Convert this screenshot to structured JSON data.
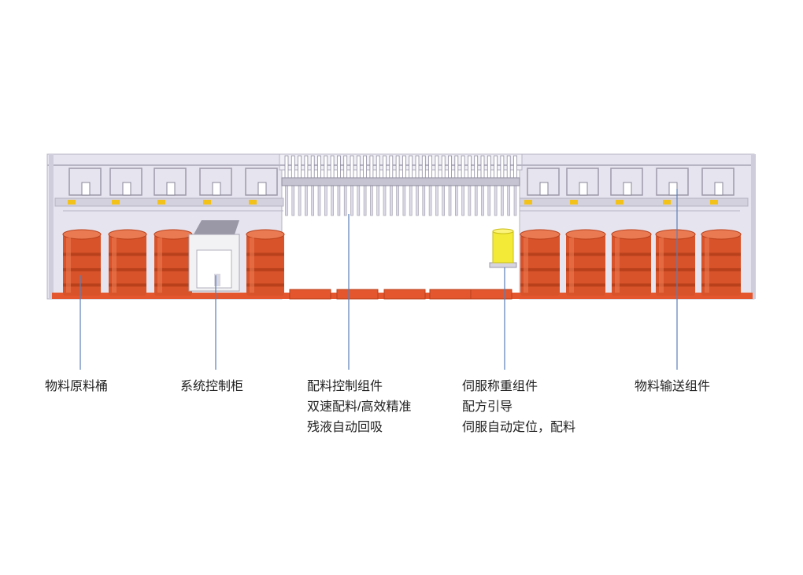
{
  "colors": {
    "frame": "#e6e4ee",
    "frame_edge": "#b7b4c4",
    "drum": "#d9532a",
    "drum_dark": "#b8411c",
    "drum_light": "#ea7a52",
    "base_plate": "#e4572e",
    "leader_line": "#5b7fb8",
    "yellow_bucket": "#f2ea36",
    "cabinet": "#f2f2f4"
  },
  "callouts": [
    {
      "id": "raw-barrel",
      "lines": [
        "物料原料桶"
      ]
    },
    {
      "id": "control-cabinet",
      "lines": [
        "系统控制柜"
      ]
    },
    {
      "id": "dosing-assembly",
      "lines": [
        "配料控制组件",
        "双速配料/高效精准",
        "残液自动回吸"
      ]
    },
    {
      "id": "servo-weighing",
      "lines": [
        "伺服称重组件",
        "配方引导",
        "伺服自动定位，配料"
      ]
    },
    {
      "id": "conveying-assembly",
      "lines": [
        "物料输送组件"
      ]
    }
  ]
}
